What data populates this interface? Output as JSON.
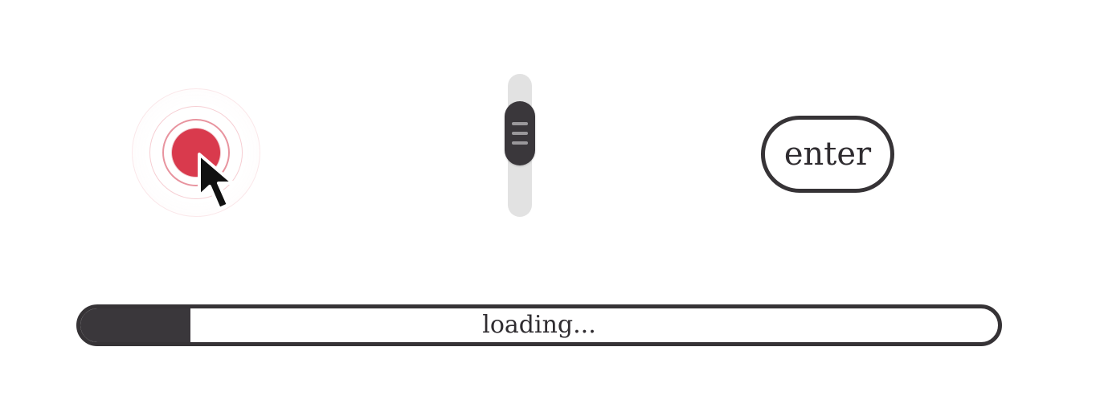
{
  "click_target": {
    "icon": "pointer-cursor-icon",
    "dot_color": "#d93a4d",
    "ring_color": "#e05060"
  },
  "slider": {
    "orientation": "vertical",
    "value": 0.35,
    "track_color": "#e2e2e2",
    "thumb_color": "#3a373b"
  },
  "enter_button": {
    "label": "enter"
  },
  "progress": {
    "label": "loading...",
    "value": 0.12,
    "fill_color": "#3a373b"
  }
}
